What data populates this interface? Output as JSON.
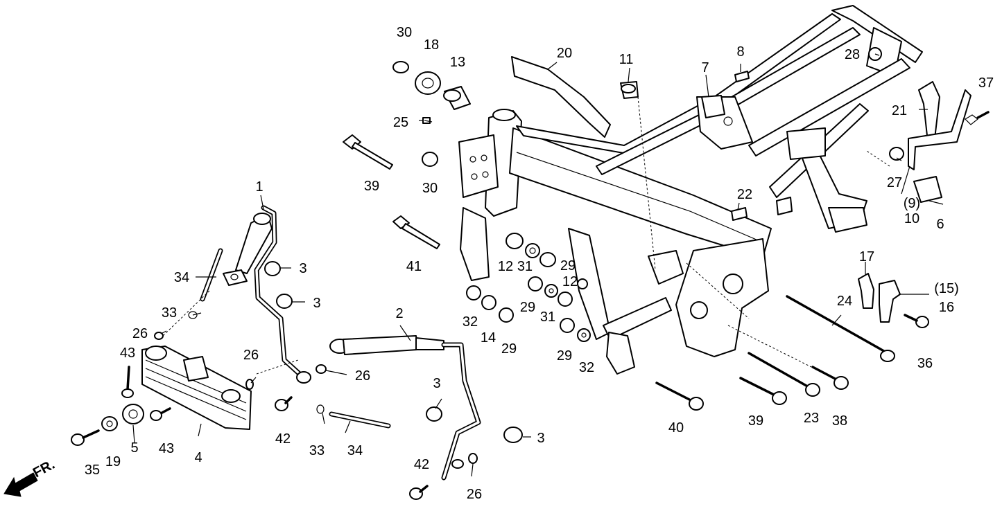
{
  "direction_marker": "FR.",
  "callouts": [
    "1",
    "2",
    "3",
    "4",
    "5",
    "6",
    "7",
    "8",
    "(9)",
    "10",
    "11",
    "12",
    "13",
    "14",
    "(15)",
    "16",
    "17",
    "18",
    "19",
    "20",
    "21",
    "22",
    "23",
    "24",
    "25",
    "26",
    "27",
    "28",
    "29",
    "30",
    "31",
    "32",
    "33",
    "34",
    "35",
    "36",
    "37",
    "38",
    "39",
    "40",
    "41",
    "42",
    "43"
  ]
}
